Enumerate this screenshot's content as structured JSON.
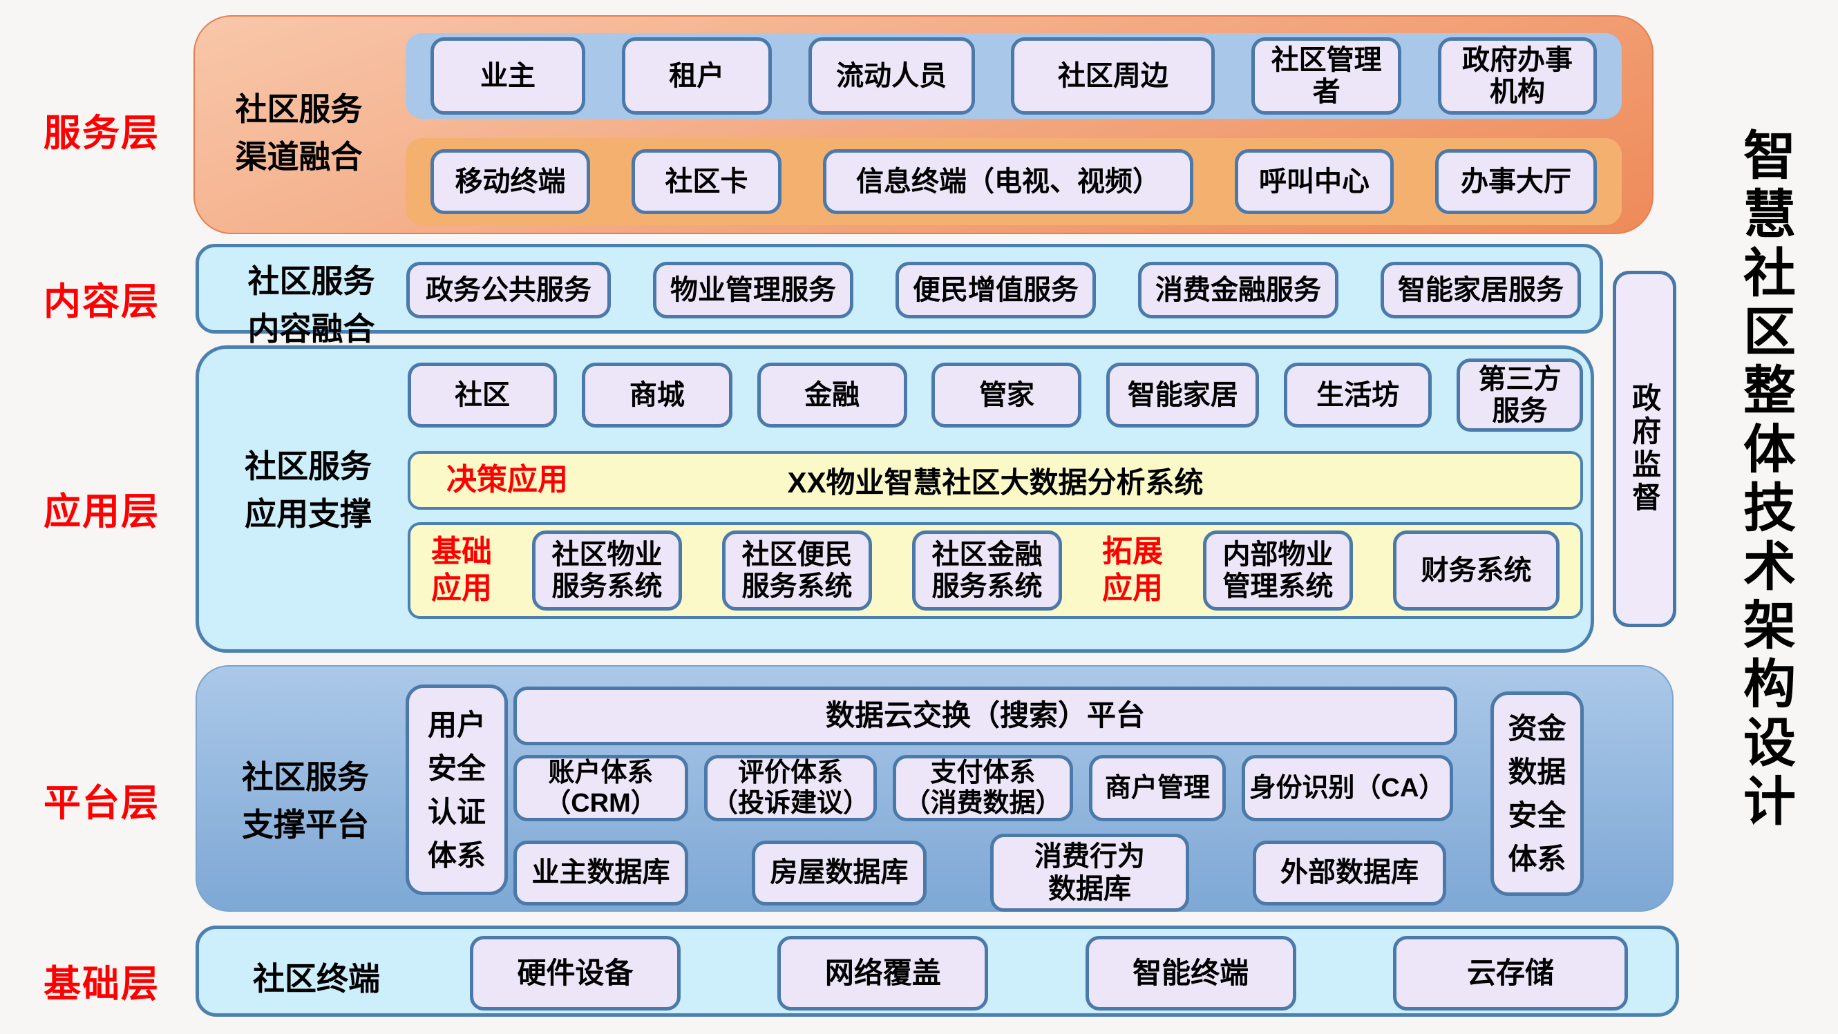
{
  "page": {
    "title": "智慧社区整体技术架构设计",
    "background": "#f7f6f4"
  },
  "colors": {
    "layer_label_red": "#ff0000",
    "service_panel_orange_top": "#f8c7aa",
    "service_panel_orange_bottom": "#ee8a59",
    "service_strip_blue": "#a9c7e8",
    "service_strip_orange": "#f4b06e",
    "cyan_panel": "#cdeefb",
    "panel_border_blue": "#4b80b0",
    "box_lavender": "#ece6f8",
    "box_border_blue": "#4a79aa",
    "yellow_strip": "#fcf9c8",
    "platform_blue_top": "#abc8e8",
    "platform_blue_bottom": "#7ea8d5",
    "text_black": "#000000"
  },
  "layers": {
    "service": {
      "layer_label": "服务层",
      "panel_label": "社区服务\n渠道融合",
      "row1": [
        "业主",
        "租户",
        "流动人员",
        "社区周边",
        "社区管理\n者",
        "政府办事\n机构"
      ],
      "row2": [
        "移动终端",
        "社区卡",
        "信息终端（电视、视频）",
        "呼叫中心",
        "办事大厅"
      ]
    },
    "content": {
      "layer_label": "内容层",
      "panel_label": "社区服务\n内容融合",
      "items": [
        "政务公共服务",
        "物业管理服务",
        "便民增值服务",
        "消费金融服务",
        "智能家居服务"
      ]
    },
    "application": {
      "layer_label": "应用层",
      "panel_label": "社区服务\n应用支撑",
      "apps": [
        "社区",
        "商城",
        "金融",
        "管家",
        "智能家居",
        "生活坊",
        "第三方\n服务"
      ],
      "decision": {
        "tag": "决策应用",
        "text": "XX物业智慧社区大数据分析系统"
      },
      "base": {
        "tag": "基础\n应用",
        "items": [
          "社区物业\n服务系统",
          "社区便民\n服务系统",
          "社区金融\n服务系统"
        ]
      },
      "extension": {
        "tag": "拓展\n应用",
        "items": [
          "内部物业\n管理系统",
          "财务系统"
        ]
      },
      "oversight": "政府监督"
    },
    "platform": {
      "layer_label": "平台层",
      "panel_label": "社区服务\n支撑平台",
      "left_pillar": "用户\n安全\n认证\n体系",
      "top_bar": "数据云交换（搜索）平台",
      "middle": [
        "账户体系\n（CRM）",
        "评价体系\n（投诉建议）",
        "支付体系\n（消费数据）",
        "商户管理",
        "身份识别（CA）"
      ],
      "bottom": [
        "业主数据库",
        "房屋数据库",
        "消费行为\n数据库",
        "外部数据库"
      ],
      "right_pillar": "资金\n数据\n安全\n体系"
    },
    "foundation": {
      "layer_label": "基础层",
      "panel_label": "社区终端",
      "items": [
        "硬件设备",
        "网络覆盖",
        "智能终端",
        "云存储"
      ]
    }
  }
}
